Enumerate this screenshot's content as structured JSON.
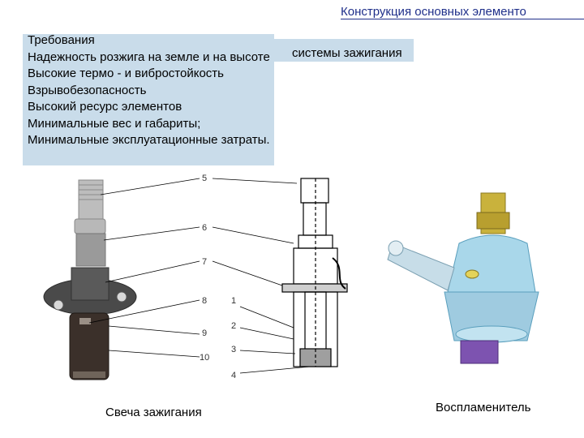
{
  "header": {
    "title": "Конструкция основных элементо",
    "subtitle": "системы зажигания"
  },
  "requirements": {
    "heading": "Требования",
    "items": [
      "Надежность розжига на земле и на высоте",
      "Высокие термо - и вибростойкость",
      "Взрывобезопасность",
      "Высокий ресурс элементов",
      "Минимальные вес и габариты;",
      "Минимальные эксплуатационные затраты."
    ]
  },
  "diagram": {
    "callouts": [
      "5",
      "6",
      "7",
      "8",
      "9",
      "10",
      "1",
      "2",
      "3",
      "4"
    ]
  },
  "captions": {
    "spark_plug": "Свеча зажигания",
    "igniter": "Воспламенитель"
  },
  "colors": {
    "highlight_box": "#c9dcea",
    "title_text": "#1f2f8a",
    "igniter_body": "#a9d7ea",
    "igniter_brass": "#c9b23c",
    "igniter_base": "#7d53b0"
  }
}
